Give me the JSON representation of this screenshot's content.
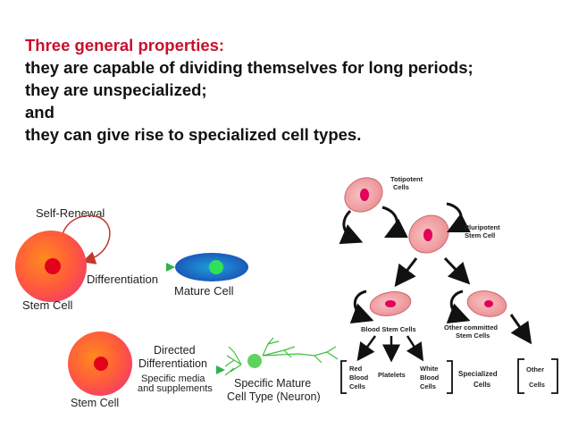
{
  "text": {
    "heading": "Three general properties:",
    "line1": "they are capable of dividing themselves for long periods;",
    "line2": "they are unspecialized;",
    "line3": "and",
    "line4": "they can give rise to specialized cell types."
  },
  "left_diagram_top": {
    "self_renewal": "Self-Renewal",
    "differentiation": "Differentiation",
    "stem_cell": "Stem Cell",
    "mature_cell": "Mature Cell"
  },
  "left_diagram_bottom": {
    "directed": "Directed",
    "differentiation": "Differentiation",
    "media_1": "Specific media",
    "media_2": "and supplements",
    "specific_mature": "Specific Mature",
    "cell_type": "Cell Type (Neuron)",
    "stem_cell": "Stem Cell"
  },
  "right_diagram": {
    "totipotent_1": "Totipotent",
    "totipotent_2": "Cells",
    "pluripotent_1": "Pluripotent",
    "pluripotent_2": "Stem Cell",
    "blood_stem": "Blood Stem Cells",
    "other_committed_1": "Other committed",
    "other_committed_2": "Stem Cells",
    "red_1": "Red",
    "red_2": "Blood",
    "red_3": "Cells",
    "platelets": "Platelets",
    "white_1": "White",
    "white_2": "Blood",
    "white_3": "Cells",
    "specialized_1": "Specialized",
    "specialized_2": "Cells",
    "other_1": "Other",
    "other_2": "Cells"
  },
  "colors": {
    "heading_red": "#c8102e",
    "arrow_green": "#2fb34a",
    "arrow_magenta": "#d6249f",
    "renewal_red": "#c0392b",
    "cell_pink": "#f3a5a8",
    "nucleus": "#e3005b"
  }
}
